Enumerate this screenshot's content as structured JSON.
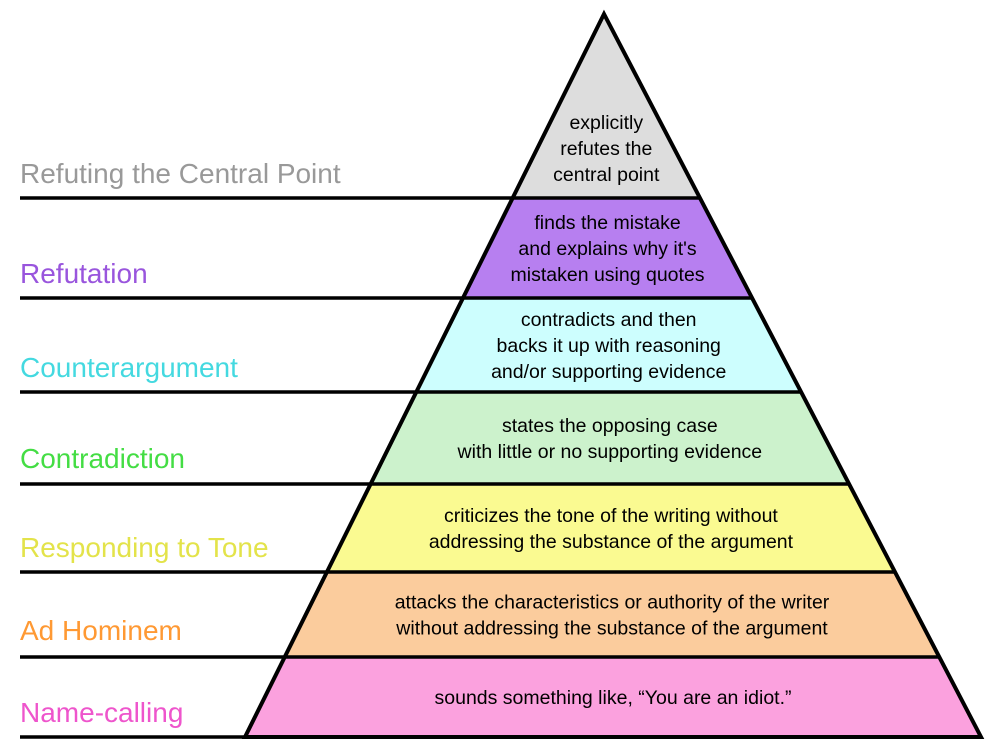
{
  "levels": [
    {
      "title": "Refuting the Central Point",
      "description": [
        "explicitly",
        "refutes the",
        "central point"
      ],
      "title_color": "#999999",
      "fill_color": "#dddddd"
    },
    {
      "title": "Refutation",
      "description": [
        "finds the mistake",
        "and explains why it's",
        "mistaken using quotes"
      ],
      "title_color": "#9955dd",
      "fill_color": "#b77ff0"
    },
    {
      "title": "Counterargument",
      "description": [
        "contradicts and then",
        "backs it up with reasoning",
        "and/or supporting evidence"
      ],
      "title_color": "#44d9e0",
      "fill_color": "#cdfefe"
    },
    {
      "title": "Contradiction",
      "description": [
        "states the opposing case",
        "with little or no supporting evidence"
      ],
      "title_color": "#44dd44",
      "fill_color": "#ccf2cc"
    },
    {
      "title": "Responding to Tone",
      "description": [
        "criticizes the tone of the writing without",
        "addressing the substance of the argument"
      ],
      "title_color": "#e3e34a",
      "fill_color": "#fafa91"
    },
    {
      "title": "Ad Hominem",
      "description": [
        "attacks the characteristics or authority of the writer",
        "without addressing the substance of the argument"
      ],
      "title_color": "#ff9933",
      "fill_color": "#fbcc9d"
    },
    {
      "title": "Name-calling",
      "description": [
        "sounds something like, “You are an idiot.”"
      ],
      "title_color": "#ee55cc",
      "fill_color": "#fba1de"
    }
  ]
}
